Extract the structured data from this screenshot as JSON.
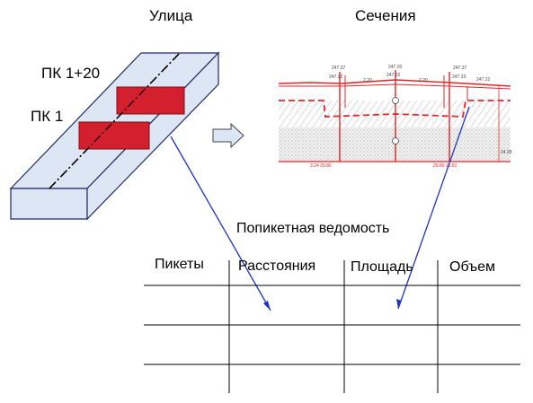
{
  "titles": {
    "street": "Улица",
    "sections": "Сечения",
    "statement": "Попикетная ведомость"
  },
  "pickets": {
    "pk_1_20": "ПК 1+20",
    "pk_1": "ПК 1"
  },
  "table": {
    "headers": [
      "Пикеты",
      "Расстояния",
      "Площадь",
      "Объем"
    ],
    "row_count": 3
  },
  "section_drawing": {
    "elevations_top": [
      "247.37",
      "247.20",
      "247.37"
    ],
    "elevations_mid": [
      "247.22",
      "247.22",
      "247.23",
      "247.22"
    ],
    "slopes": [
      "2.20",
      "2.20"
    ],
    "bottom_left": "3.24 29.80",
    "bottom_right": "29.80 19.81",
    "right_mark": "24.28"
  },
  "colors": {
    "road_fill": "#dde6f5",
    "road_stroke": "#1f2a60",
    "picket_fill": "#d41f2e",
    "arrow_line": "#1f33c9",
    "section_red": "#e1272b"
  }
}
